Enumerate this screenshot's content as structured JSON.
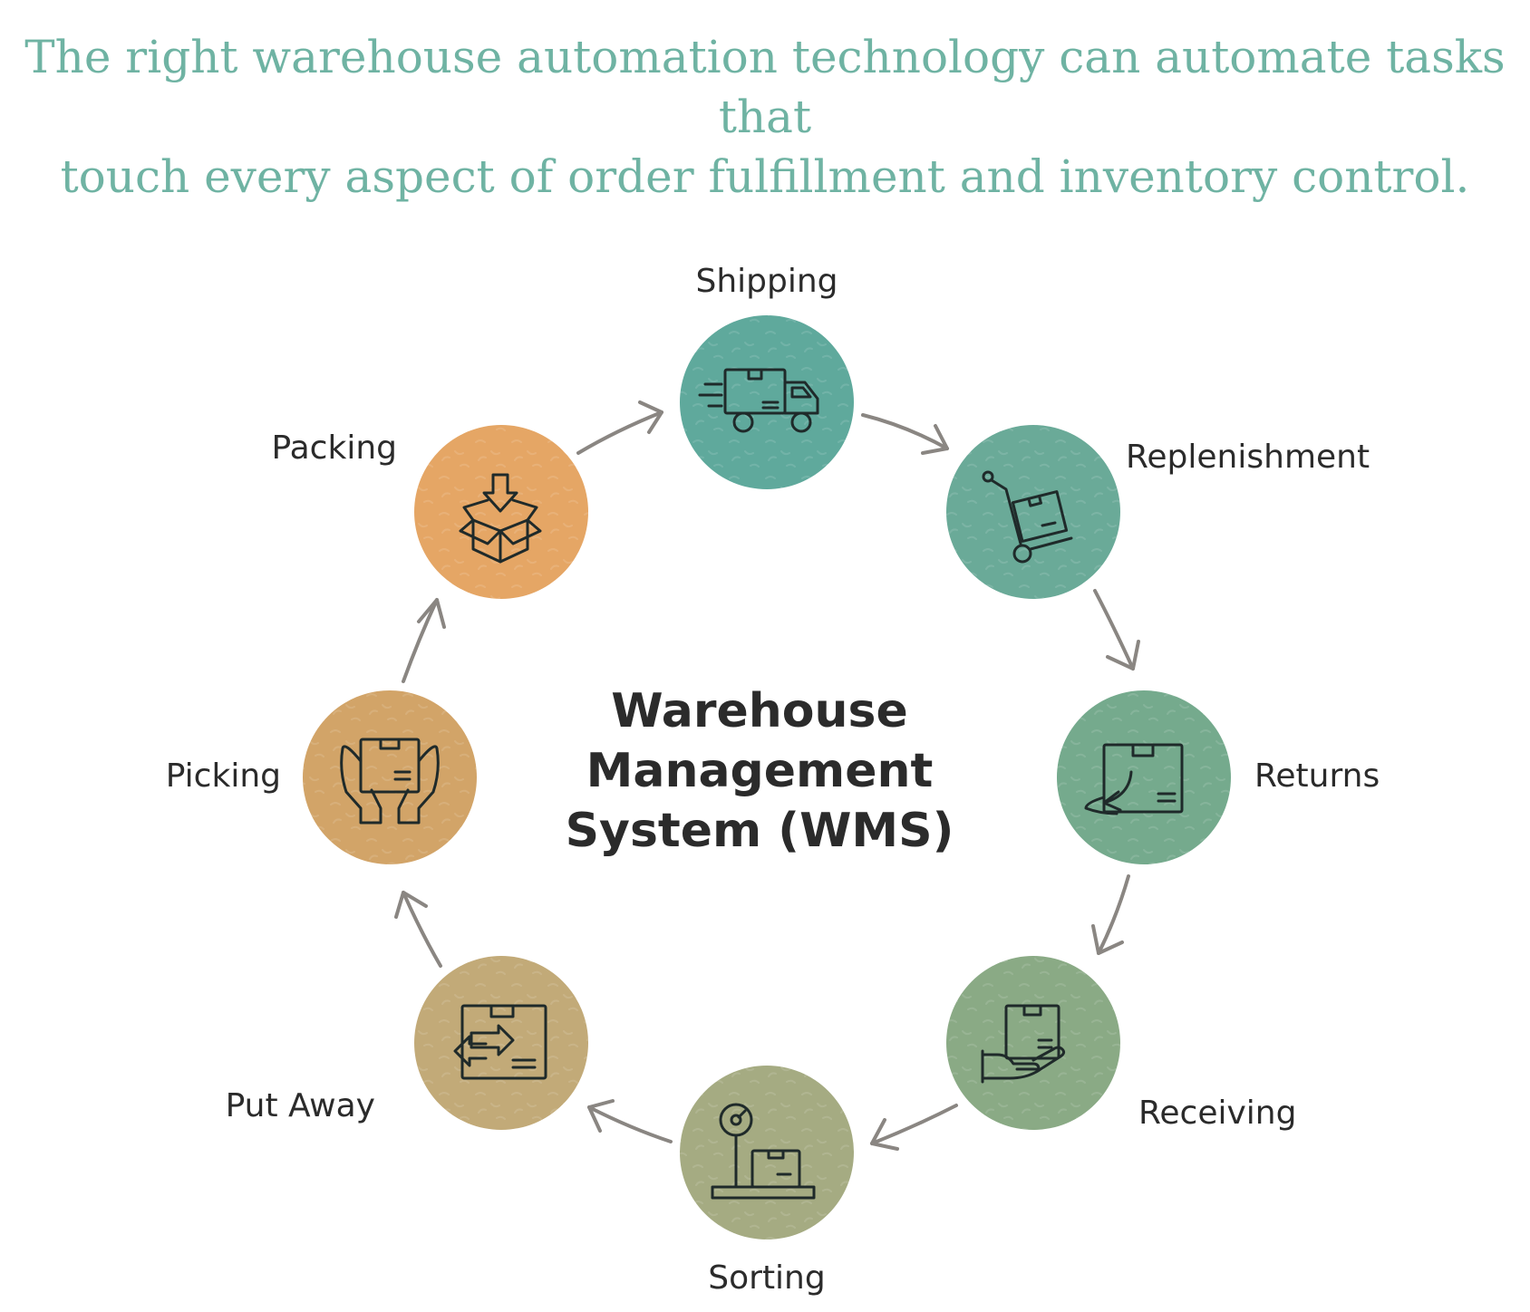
{
  "headline": {
    "line1": "The right warehouse automation technology can automate tasks that",
    "line2": "touch every aspect of order fulfillment and inventory control."
  },
  "center": {
    "line1": "Warehouse",
    "line2": "Management",
    "line3": "System (WMS)"
  },
  "stages": [
    {
      "label": "Shipping",
      "icon": "truck-icon",
      "color": "#5fa99c"
    },
    {
      "label": "Replenishment",
      "icon": "hand-truck-icon",
      "color": "#6aaa98"
    },
    {
      "label": "Returns",
      "icon": "return-box-icon",
      "color": "#75aa8d"
    },
    {
      "label": "Receiving",
      "icon": "hand-box-icon",
      "color": "#8aaa85"
    },
    {
      "label": "Sorting",
      "icon": "scale-icon",
      "color": "#a5ab82"
    },
    {
      "label": "Put Away",
      "icon": "box-arrows-icon",
      "color": "#c2aa78"
    },
    {
      "label": "Picking",
      "icon": "hands-box-icon",
      "color": "#d2a468"
    },
    {
      "label": "Packing",
      "icon": "open-box-icon",
      "color": "#e5a665"
    }
  ],
  "colors": {
    "headline": "#6fb3a3",
    "arrows": "#8a8682",
    "text": "#2b2b2b"
  }
}
